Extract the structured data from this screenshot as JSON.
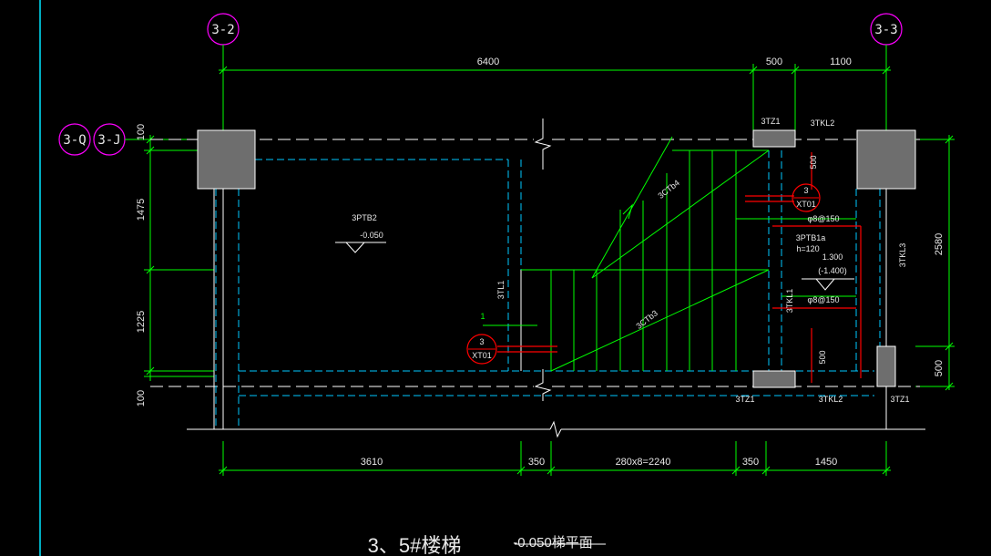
{
  "axes": {
    "top_left": "3-2",
    "top_right": "3-3",
    "left_a": "3-Q",
    "left_b": "3-J"
  },
  "dims_top": {
    "d1": "6400",
    "d2": "500",
    "d3": "1100"
  },
  "dims_bottom": {
    "d1": "3610",
    "d2": "350",
    "d3": "280x8=2240",
    "d4": "350",
    "d5": "1450"
  },
  "dims_left": {
    "d1": "100",
    "d2": "1475",
    "d3": "1225",
    "d4": "100"
  },
  "dims_right": {
    "d1": "2580",
    "d2": "500"
  },
  "labels": {
    "platform_name": "3PTB2",
    "platform_level": "-0.050",
    "stair_slab_upper": "3CTb4",
    "stair_slab_lower": "3CTb3",
    "beam_tl1_mid": "3TL1",
    "beam_tz1_top": "3TZ1",
    "beam_tkl2_top": "3TKL2",
    "tz1_bottom_mid": "3TZ1",
    "tkl2_bottom": "3TKL2",
    "tz1_bottom_right": "3TZ1",
    "platform_b1": "3PTB1a",
    "platform_b1_h": "h=120",
    "level_mid": "1.300",
    "level_mid2": "(-1.400)",
    "rebar_top": "φ8@150",
    "rebar_mid": "φ8@150",
    "tkl1": "3TKL1",
    "tkl3": "3TKL3",
    "dim_500_a": "500",
    "dim_500_b": "500",
    "detail_num": "3",
    "detail_ref": "XT01",
    "detail_num_2": "3",
    "detail_ref_2": "XT01",
    "small_1": "1"
  },
  "title": {
    "main": "3、5#楼梯",
    "sub": "-0.050梯平面"
  },
  "colors": {
    "background": "#000000",
    "white_line": "#ffffff",
    "dim_green": "#00ff00",
    "dash_cyan": "#00c8ff",
    "magenta": "#ff00ff",
    "red": "#ff0000",
    "column_gray": "#6e6e6e",
    "text": "#e8e8e8"
  }
}
